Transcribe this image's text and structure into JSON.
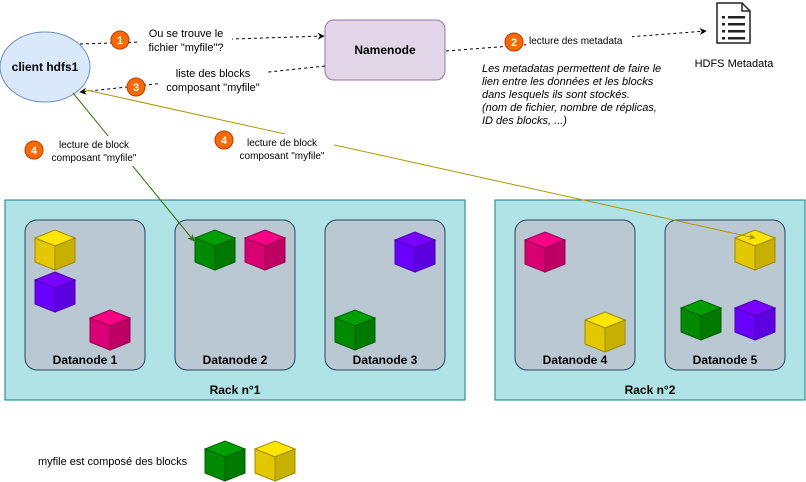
{
  "client": {
    "label": "client hdfs1"
  },
  "namenode": {
    "label": "Namenode"
  },
  "metadata_file": {
    "label": "HDFS Metadata",
    "icon": "document-icon"
  },
  "steps": [
    {
      "number": "1",
      "lines": [
        "Ou se trouve le",
        "fichier \"myfile\"?"
      ]
    },
    {
      "number": "2",
      "lines": [
        "lecture des metadata"
      ]
    },
    {
      "number": "3",
      "lines": [
        "liste des blocks",
        "composant \"myfile\""
      ]
    },
    {
      "number": "4",
      "lines": [
        "lecture de block",
        "composant \"myfile\""
      ]
    },
    {
      "number": "4",
      "lines": [
        "lecture de block",
        "composant \"myfile\""
      ]
    }
  ],
  "metadata_note": [
    "Les metadatas permettent de faire le",
    "lien entre les données et les blocks",
    "dans lesquels ils sont stockés.",
    "(nom de fichier, nombre de réplicas,",
    "ID des blocks, ...)"
  ],
  "racks": [
    {
      "label": "Rack n°1"
    },
    {
      "label": "Rack n°2"
    }
  ],
  "datanodes": [
    {
      "label": "Datanode 1",
      "blocks": [
        "yellow",
        "purple",
        "magenta"
      ]
    },
    {
      "label": "Datanode 2",
      "blocks": [
        "green",
        "magenta"
      ]
    },
    {
      "label": "Datanode 3",
      "blocks": [
        "purple",
        "green"
      ]
    },
    {
      "label": "Datanode 4",
      "blocks": [
        "magenta",
        "yellow"
      ]
    },
    {
      "label": "Datanode 5",
      "blocks": [
        "yellow",
        "green",
        "purple"
      ]
    }
  ],
  "legend": {
    "label": "myfile est composé des blocks",
    "blocks": [
      "green",
      "yellow"
    ]
  },
  "colors": {
    "yellow": "#e3c800",
    "purple": "#6a00ff",
    "magenta": "#d80073",
    "green": "#008a00",
    "step_badge": "#fa6800",
    "rack_fill": "#b0e3e6",
    "datanode_fill": "#bac8d3",
    "client_fill": "#dae8fc",
    "namenode_fill": "#e1d5e7",
    "green_arrow": "#2d7600",
    "yellow_arrow": "#b09500"
  }
}
